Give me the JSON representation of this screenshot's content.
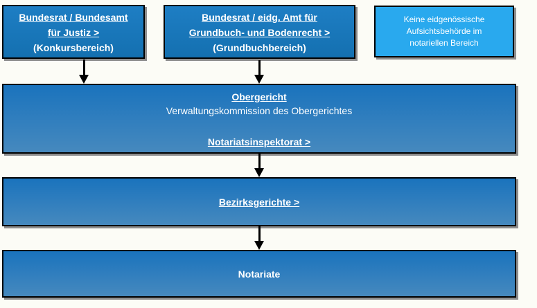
{
  "boxes": {
    "justiz": {
      "link_lines": [
        "Bundesrat / Bundesamt",
        "für Justiz >"
      ],
      "note": "(Konkursbereich)"
    },
    "grundbuch": {
      "link_lines": [
        "Bundesrat / eidg. Amt für",
        "Grundbuch- und Bodenrecht >"
      ],
      "note": "(Grundbuchbereich)"
    },
    "keine_aufsicht": {
      "lines": [
        "Keine eidgenössische",
        "Aufsichtsbehörde im",
        "notariellen Bereich"
      ]
    },
    "obergericht": {
      "title": "Obergericht",
      "subtitle": "Verwaltungskommission des Obergerichtes",
      "link": "Notariatsinspektorat >"
    },
    "bezirksgerichte": {
      "link": "Bezirksgerichte >"
    },
    "notariate": {
      "label": "Notariate"
    }
  },
  "colors": {
    "background": "#fcfcf6",
    "dark_top": "#1e7ec4",
    "dark_bottom": "#1470b0",
    "grad_top": "#1a73bd",
    "grad_bottom": "#4689be",
    "light_blue": "#29a9ee",
    "border": "#000000",
    "shadow": "#8e8e8e",
    "text": "#ffffff",
    "arrow": "#000000"
  }
}
